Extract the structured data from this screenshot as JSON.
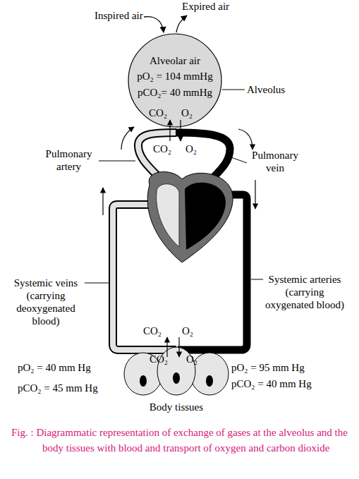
{
  "diagram": {
    "caption": "Fig. : Diagrammatic representation of exchange of gases at the alveolus and the body tissues with blood and transport of oxygen and carbon dioxide",
    "nodes": [
      {
        "text": [
          "Alveolar air",
          "pO₂ = 104 mmHg",
          "pCO₂= 40 mmHg",
          "CO₂",
          "O₂"
        ]
      },
      {
        "text": [
          "CO₂",
          "O₂",
          "Body tissues"
        ]
      }
    ],
    "labels": [
      "Inspired air",
      "Expired air",
      "Alveolus",
      "CO₂",
      "O₂",
      "Pulmonary artery",
      "Pulmonary vein",
      "Systemic veins (carrying deoxygenated blood)",
      "Systemic arteries (carrying oxygenated blood)",
      "CO₂",
      "O₂",
      "pO₂ = 40 mm Hg",
      "pCO₂ = 45 mm Hg",
      "pO₂ = 95 mm Hg",
      "pCO₂ = 40 mm Hg"
    ]
  }
}
